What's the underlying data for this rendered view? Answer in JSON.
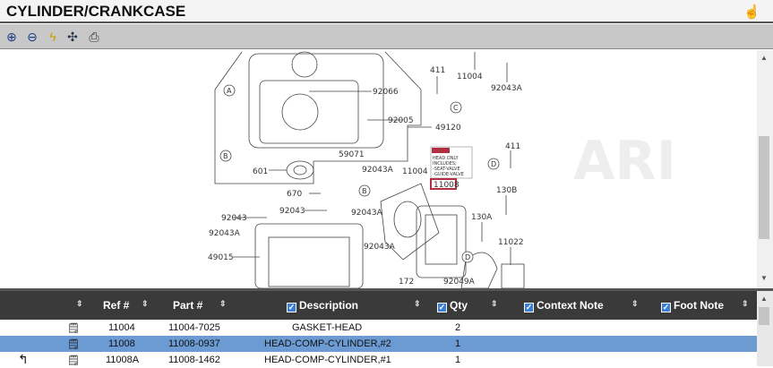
{
  "title": "CYLINDER/CRANKCASE",
  "toolbar": {
    "icons": [
      "zoom-in-icon",
      "zoom-out-icon",
      "lightning-icon",
      "tree-icon",
      "print-icon"
    ]
  },
  "help_icon": "hand-cursor-icon",
  "diagram": {
    "labels": [
      "411",
      "11004",
      "92043A",
      "92066",
      "92005",
      "49120",
      "59071",
      "411",
      "601",
      "670",
      "92043A",
      "11004",
      "130B",
      "92043",
      "92043A",
      "92043",
      "130A",
      "92043A",
      "11022",
      "92043A",
      "49015",
      "172",
      "92049A"
    ],
    "callouts": [
      "A",
      "C",
      "B",
      "D",
      "B",
      "D"
    ],
    "note": [
      "HEAD ONLY",
      "INCLUDES;",
      "-SEAT-VALVE",
      "-GUIDE-VALVE"
    ],
    "highlight": "11008",
    "watermark": "ARI"
  },
  "table": {
    "headers": {
      "ref": "Ref #",
      "part": "Part #",
      "description": "Description",
      "qty": "Qty",
      "context": "Context Note",
      "foot": "Foot Note"
    },
    "rows": [
      {
        "ref": "11004",
        "part": "11004-7025",
        "description": "GASKET-HEAD",
        "qty": "2",
        "selected": false,
        "back": false
      },
      {
        "ref": "11008",
        "part": "11008-0937",
        "description": "HEAD-COMP-CYLINDER,#2",
        "qty": "1",
        "selected": true,
        "back": false
      },
      {
        "ref": "11008A",
        "part": "11008-1462",
        "description": "HEAD-COMP-CYLINDER,#1",
        "qty": "1",
        "selected": false,
        "back": true
      }
    ]
  },
  "colors": {
    "header": "#3a3a3a",
    "selected": "#6b9bd2",
    "highlight": "#b03040"
  }
}
